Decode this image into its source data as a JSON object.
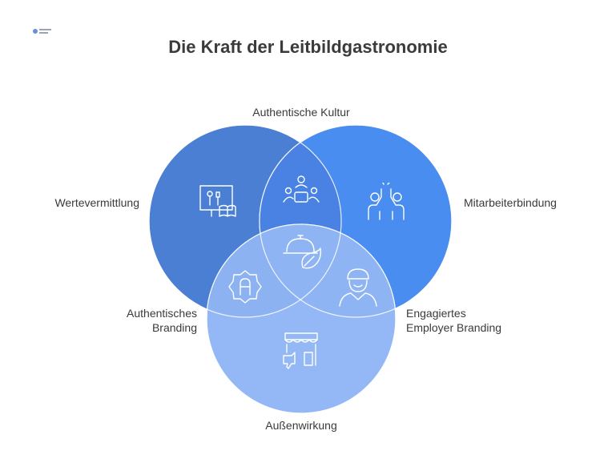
{
  "title": "Die Kraft der Leitbildgastronomie",
  "labels": {
    "top": "Authentische Kultur",
    "left": "Wertevermittlung",
    "right": "Mitarbeiterbindung",
    "branding_line1": "Authentisches",
    "branding_line2": "Branding",
    "employer_line1": "Engagiertes",
    "employer_line2": "Employer Branding",
    "bottom": "Außenwirkung"
  },
  "colors": {
    "circle_left": "#4A7FD4",
    "circle_right": "#4A8DF0",
    "circle_bottom": "#93B8F5"
  },
  "icons": {
    "left": "presentation-book-icon",
    "top_overlap": "team-meeting-icon",
    "right": "high-five-icon",
    "center": "serving-dish-leaf-icon",
    "left_bottom_overlap": "badge-letter-a-icon",
    "right_bottom_overlap": "chef-person-icon",
    "bottom": "storefront-thumbs-down-icon"
  }
}
